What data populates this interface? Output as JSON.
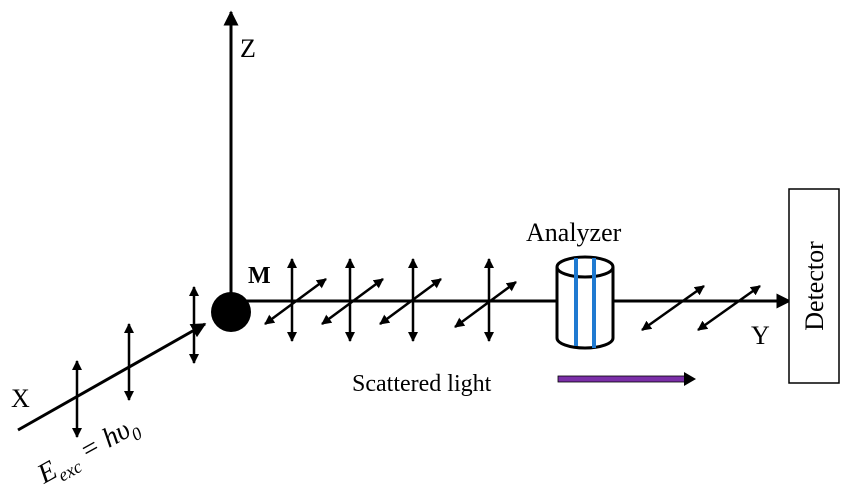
{
  "axes": {
    "x_label": "X",
    "y_label": "Y",
    "z_label": "Z"
  },
  "molecule_label": "M",
  "analyzer_label": "Analyzer",
  "detector_label": "Detector",
  "scattered_light_label": "Scattered light",
  "excitation": {
    "E": "E",
    "sub": "exc",
    "eq": " = h",
    "nu": "υ",
    "nu_sub": "0"
  },
  "colors": {
    "ink": "#000000",
    "analyzer_lines": "#1f7ad1",
    "scattered_arrow": "#7b2fa8"
  }
}
